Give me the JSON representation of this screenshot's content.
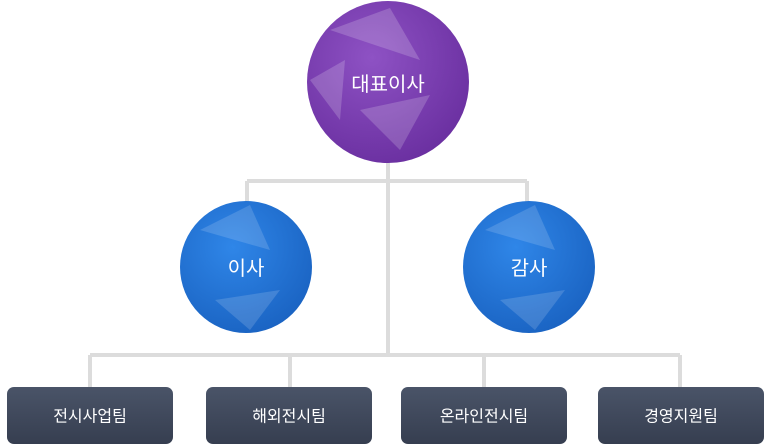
{
  "org_chart": {
    "top": {
      "label": "대표이사",
      "color": "#7a3fb0"
    },
    "middle": [
      {
        "label": "이사",
        "color": "#1f73d6"
      },
      {
        "label": "감사",
        "color": "#1f73d6"
      }
    ],
    "teams": [
      {
        "label": "전시사업팀"
      },
      {
        "label": "해외전시팀"
      },
      {
        "label": "온라인전시팀"
      },
      {
        "label": "경영지원팀"
      }
    ],
    "team_color": "#3d4658",
    "line_color": "#dcdcdc"
  }
}
